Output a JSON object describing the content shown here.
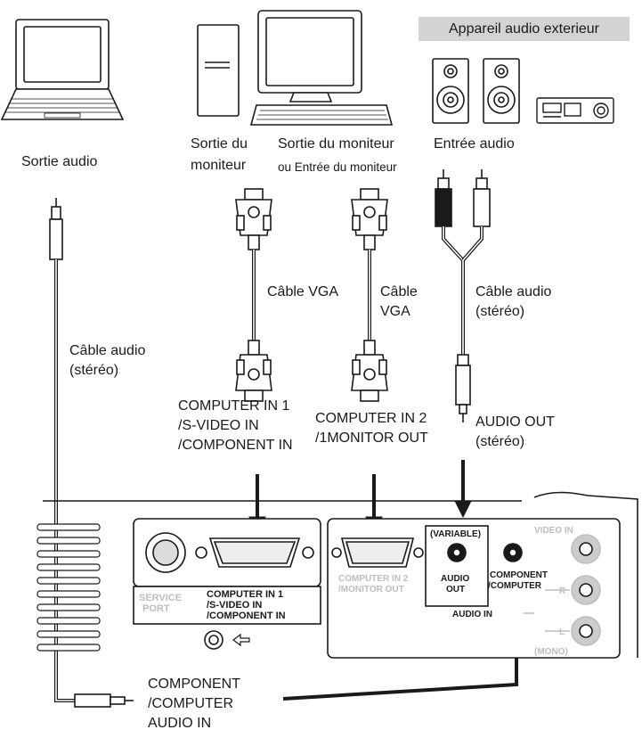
{
  "devices": {
    "external_audio_title": "Appareil audio exterieur"
  },
  "labels": {
    "laptop_audio_out": "Sortie audio",
    "monitor_out_line1": "Sortie du",
    "monitor_out_line2": "moniteur",
    "monitor_out_or_in_line1": "Sortie du moniteur",
    "monitor_out_or_in_line2": "ou Entrée du moniteur",
    "audio_input": "Entrée audio"
  },
  "cables": {
    "vga_1": "Câble VGA",
    "vga_2_line1": "Câble",
    "vga_2_line2": "VGA",
    "audio_right_line1": "Câble audio",
    "audio_right_line2": "(stéréo)",
    "audio_left_line1": "Câble audio",
    "audio_left_line2": "(stéréo)"
  },
  "ports": {
    "computer_in_1_line1": "COMPUTER IN 1",
    "computer_in_1_line2": "/S-VIDEO IN",
    "computer_in_1_line3": "/COMPONENT IN",
    "computer_in_2_line1": "COMPUTER IN 2",
    "computer_in_2_line2": "/1MONITOR OUT",
    "audio_out_line1": "AUDIO OUT",
    "audio_out_line2": "(stéréo)",
    "component_audio_line1": "COMPONENT",
    "component_audio_line2": "/COMPUTER",
    "component_audio_line3": "AUDIO IN"
  },
  "panel": {
    "service_port_line1": "SERVICE",
    "service_port_line2": "PORT",
    "computer_in_1_line1": "COMPUTER IN 1",
    "computer_in_1_line2": "/S-VIDEO IN",
    "computer_in_1_line3": "/COMPONENT IN",
    "computer_in_2_line1": "COMPUTER IN 2",
    "computer_in_2_line2": "/MONITOR OUT",
    "variable": "(VARIABLE)",
    "audio_out_line1": "AUDIO",
    "audio_out_line2": "OUT",
    "component_computer_line1": "COMPONENT",
    "component_computer_line2": "/COMPUTER",
    "audio_in": "AUDIO IN",
    "video_in": "VIDEO IN",
    "r": "R",
    "l": "L",
    "mono": "(MONO)"
  },
  "colors": {
    "line": "#1a1a1a",
    "gray_fill": "#d3d3d3",
    "light_gray": "#bdbdbd",
    "white": "#ffffff"
  }
}
